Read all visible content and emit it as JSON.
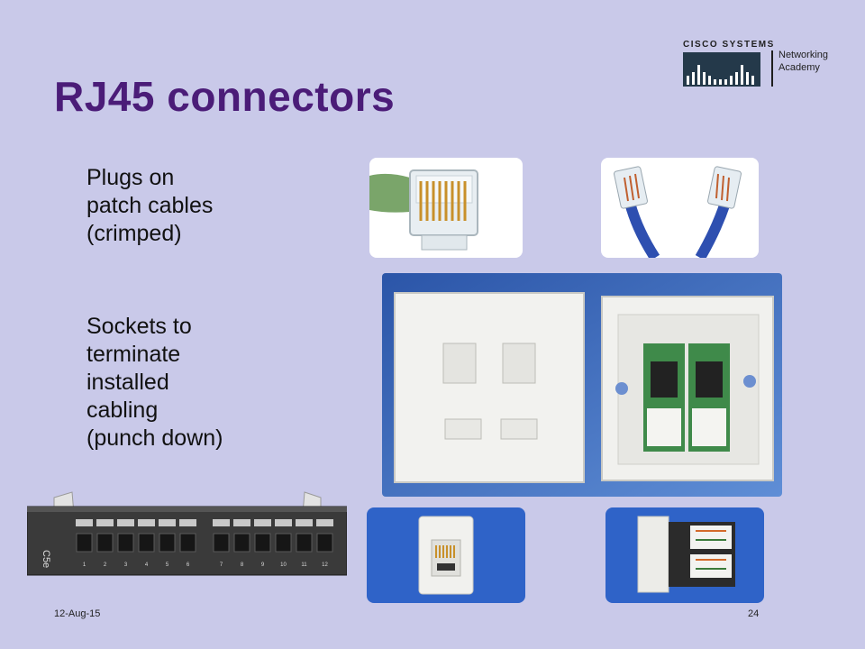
{
  "slide": {
    "title": "RJ45 connectors",
    "bullets": [
      "Plugs on\npatch cables\n(crimped)",
      "Sockets to\nterminate\ninstalled\ncabling\n(punch down)"
    ],
    "logo": {
      "brand": "CISCO SYSTEMS",
      "text": "Networking\nAcademy"
    },
    "panel_label": "C5e",
    "port_numbers": [
      "1",
      "2",
      "3",
      "4",
      "5",
      "6",
      "7",
      "8",
      "9",
      "10",
      "11",
      "12"
    ],
    "date": "12-Aug-15",
    "page_number": "24",
    "colors": {
      "background": "#c9c9e9",
      "title": "#4b1c78"
    }
  }
}
